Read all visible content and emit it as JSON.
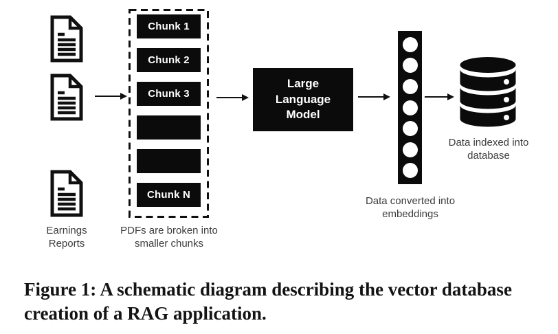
{
  "figure": {
    "documents": {
      "label": "Earnings Reports"
    },
    "chunking": {
      "chunks": [
        "Chunk 1",
        "Chunk 2",
        "Chunk 3",
        "",
        "",
        "Chunk N"
      ],
      "label": "PDFs are broken into smaller chunks"
    },
    "llm": {
      "label": "Large Language Model"
    },
    "embeddings": {
      "label": "Data converted into embeddings",
      "circle_count": 7
    },
    "database": {
      "label": "Data indexed into database"
    }
  },
  "caption": {
    "line1": "Figure 1: A schematic diagram describing the vector database",
    "line2": "creation of a RAG application."
  },
  "colors": {
    "ink": "#0b0b0b",
    "label_text": "#3c3c3c",
    "chunk_text": "#ffffff",
    "background": "#ffffff"
  }
}
